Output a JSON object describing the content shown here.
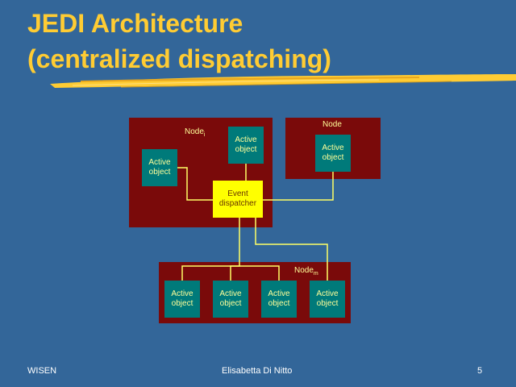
{
  "slide": {
    "title_line1": "JEDI Architecture",
    "title_line2": "(centralized dispatching)"
  },
  "diagram": {
    "nodes": {
      "node_i": {
        "label": "Node",
        "subscript": "i"
      },
      "node": {
        "label": "Node",
        "subscript": ""
      },
      "node_m": {
        "label": "Node",
        "subscript": "m"
      }
    },
    "active_object": {
      "line1": "Active",
      "line2": "object"
    },
    "event_dispatcher": {
      "line1": "Event",
      "line2": "dispatcher"
    },
    "wire_color": "#FFFF66"
  },
  "colors": {
    "background": "#336699",
    "title": "#FFCC33",
    "node": "#7A0A0A",
    "active_object": "#007A7A",
    "dispatcher": "#FFFF00"
  },
  "footer": {
    "left": "WISEN",
    "center": "Elisabetta Di Nitto",
    "page_number": "5"
  }
}
